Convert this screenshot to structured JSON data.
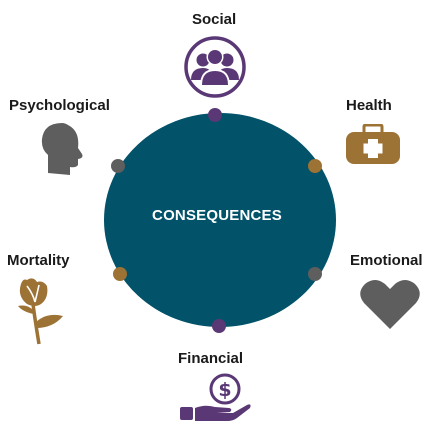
{
  "center": {
    "title": "CONSEQUENCES",
    "fill_color": "#025269"
  },
  "categories": [
    {
      "label": "Social",
      "icon": "people-group-icon",
      "color": "#5a3875"
    },
    {
      "label": "Health",
      "icon": "first-aid-kit-icon",
      "color": "#9c7235"
    },
    {
      "label": "Emotional",
      "icon": "heart-icon",
      "color": "#5e5e5e"
    },
    {
      "label": "Financial",
      "icon": "hand-money-icon",
      "color": "#5a3875"
    },
    {
      "label": "Mortality",
      "icon": "flower-icon",
      "color": "#9c7235"
    },
    {
      "label": "Psychological",
      "icon": "head-profile-icon",
      "color": "#5e5e5e"
    }
  ]
}
